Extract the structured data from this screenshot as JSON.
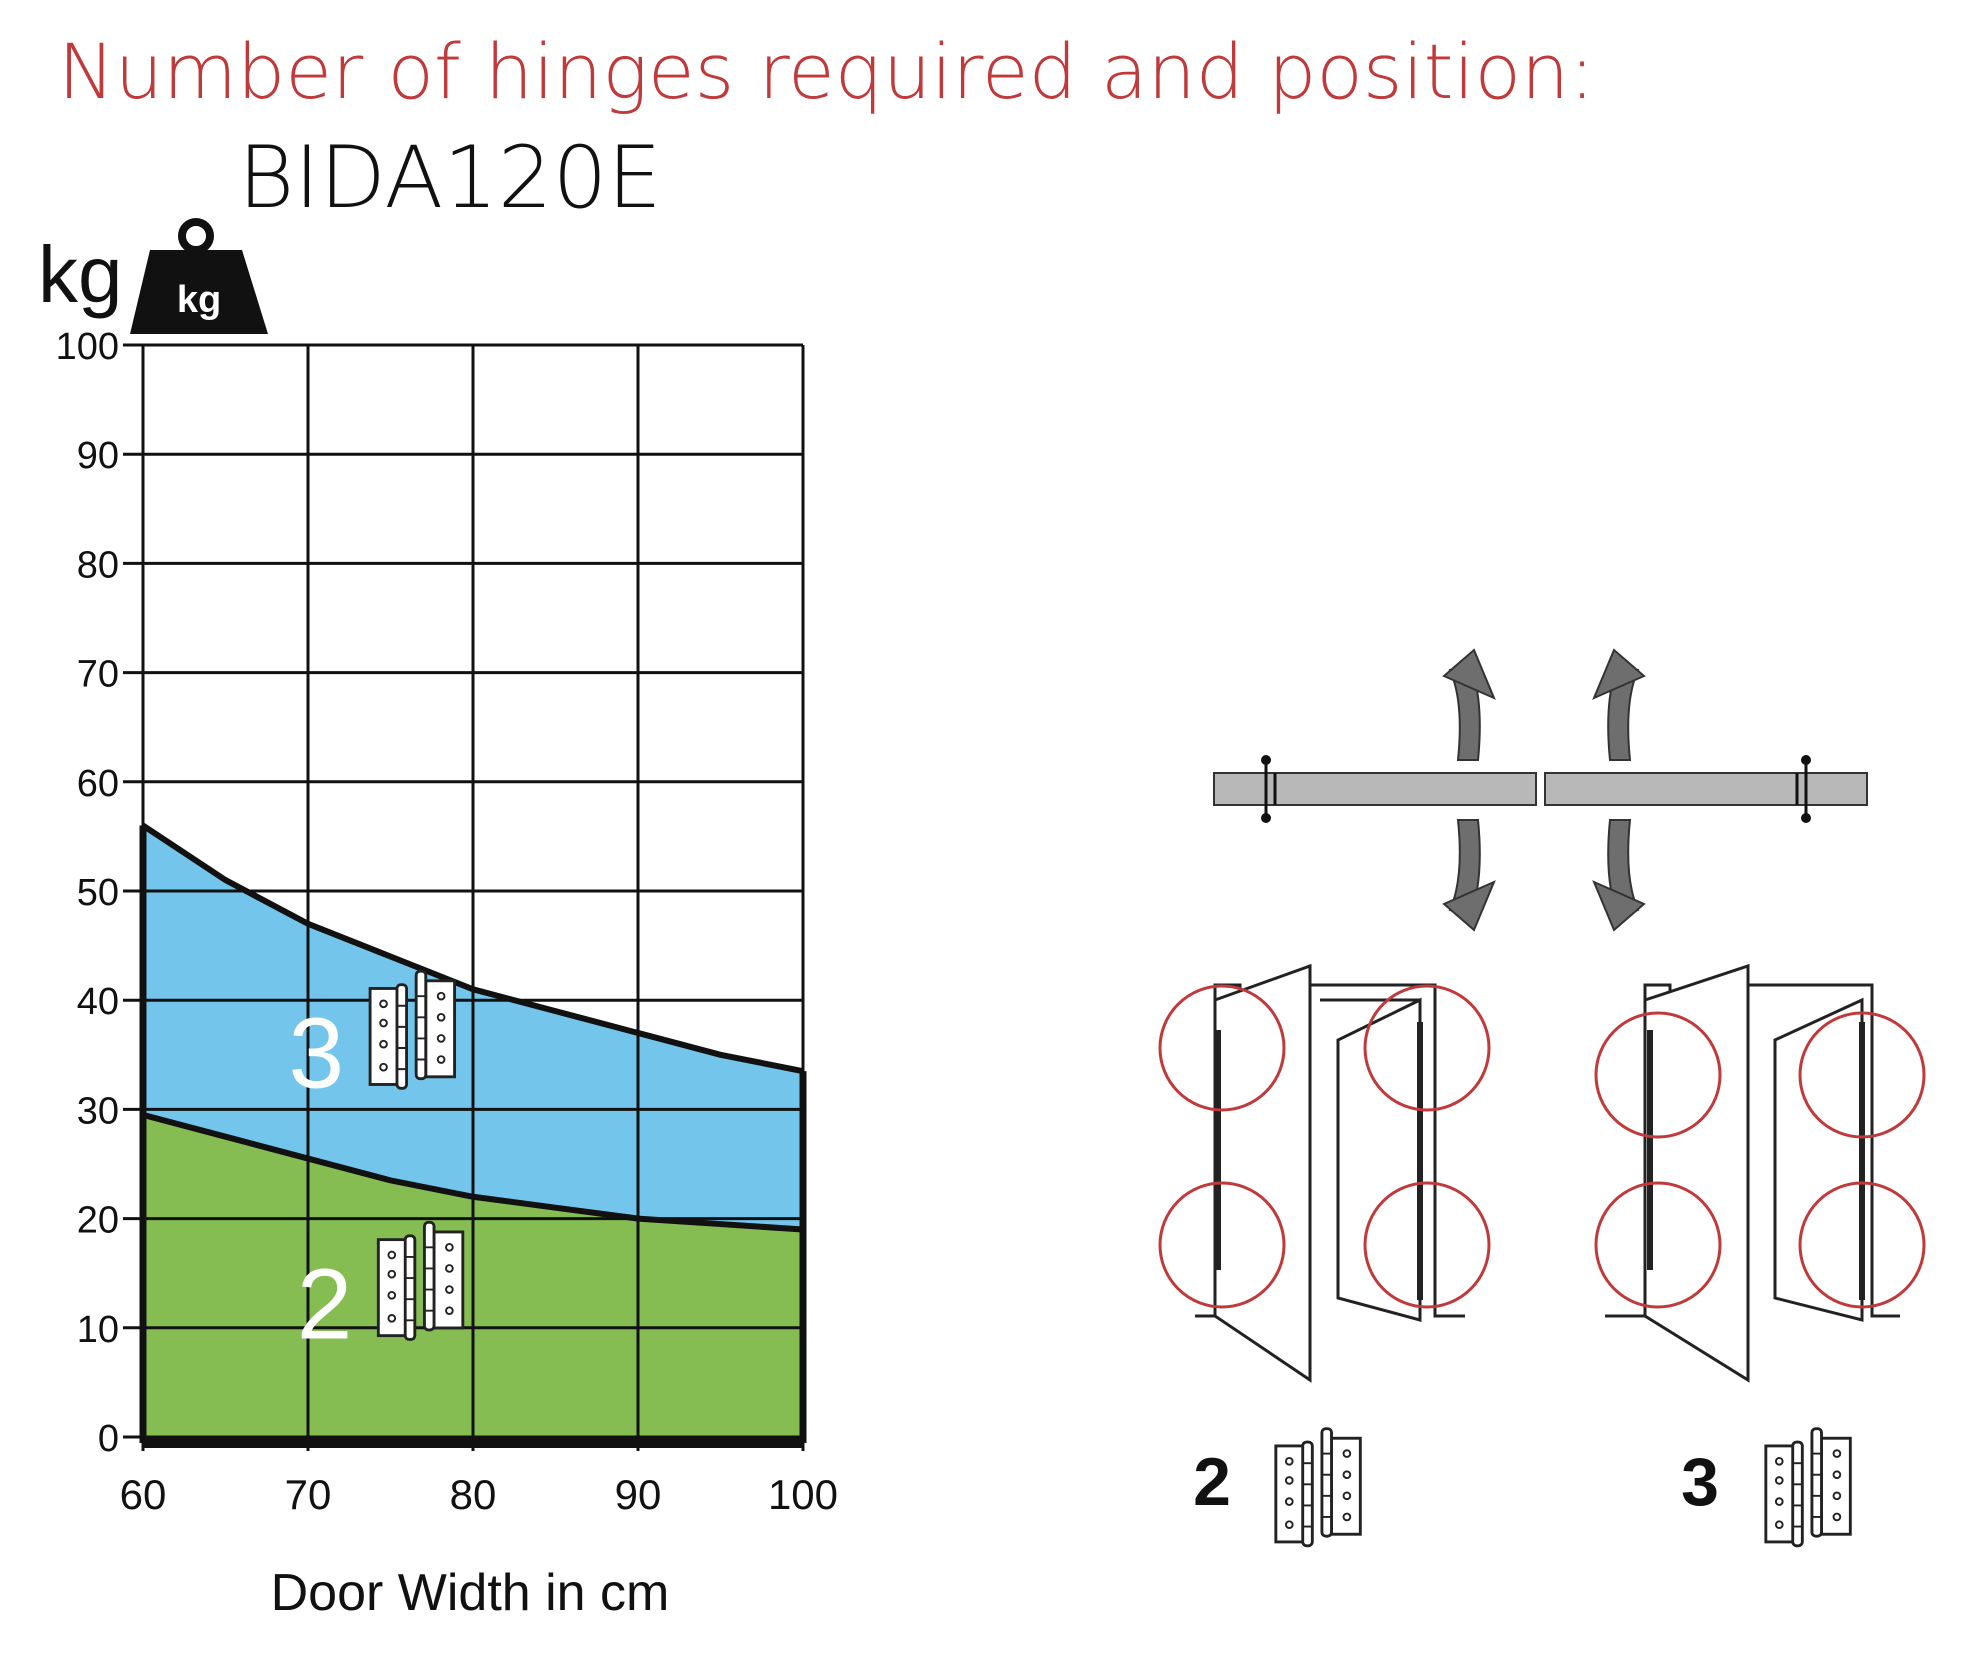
{
  "heading": "Number of hinges required and position:",
  "model": "BIDA120E",
  "weight_icon": {
    "name": "weight-kg-icon",
    "label": "kg"
  },
  "colors": {
    "heading": "#c0393b",
    "three_hinges_fill": "#74c5ec",
    "two_hinges_fill": "#86bd52",
    "grid": "#111111",
    "circle": "#c0393b",
    "door_bar": "#b8b8b8",
    "arrow": "#6e6e6e"
  },
  "chart_data": {
    "type": "area",
    "ylabel": "kg",
    "xlabel": "Door Width in cm",
    "xlim": [
      60,
      100
    ],
    "ylim": [
      0,
      100
    ],
    "xticks": [
      60,
      70,
      80,
      90,
      100
    ],
    "yticks": [
      0,
      10,
      20,
      30,
      40,
      50,
      60,
      70,
      80,
      90,
      100
    ],
    "grid": true,
    "series": [
      {
        "name": "2",
        "x": [
          60,
          65,
          70,
          75,
          80,
          85,
          90,
          95,
          100
        ],
        "y": [
          29.5,
          27.5,
          25.5,
          23.5,
          22,
          21,
          20,
          19.5,
          19
        ]
      },
      {
        "name": "3",
        "x": [
          60,
          65,
          70,
          75,
          80,
          85,
          90,
          95,
          100
        ],
        "y": [
          56,
          51,
          47,
          44,
          41,
          39,
          37,
          35,
          33.5
        ]
      }
    ],
    "region_labels": [
      {
        "label": "3",
        "icon": "hinge-icon"
      },
      {
        "label": "2",
        "icon": "hinge-icon"
      }
    ]
  },
  "diagram": {
    "arrows_icon": "swing-direction-arrows-icon",
    "options": [
      {
        "label": "2",
        "icon": "hinge-icon"
      },
      {
        "label": "3",
        "icon": "hinge-icon"
      }
    ]
  }
}
